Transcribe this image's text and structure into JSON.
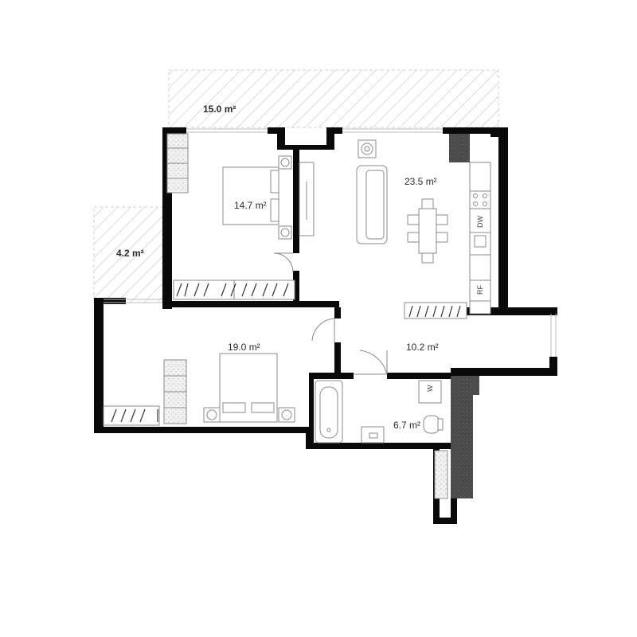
{
  "rooms": [
    {
      "area": "15.0 m²",
      "kind": "terrace-top"
    },
    {
      "area": "4.2 m²",
      "kind": "terrace-left"
    },
    {
      "area": "14.7 m²",
      "kind": "bedroom-1"
    },
    {
      "area": "23.5 m²",
      "kind": "living-kitchen"
    },
    {
      "area": "19.0 m²",
      "kind": "bedroom-2"
    },
    {
      "area": "10.2 m²",
      "kind": "hallway"
    },
    {
      "area": "6.7 m²",
      "kind": "bathroom"
    }
  ],
  "appliance_labels": {
    "dishwasher": "DW",
    "fridge": "RF",
    "washer": "W"
  },
  "colors": {
    "wall": "#0a0a0a",
    "hatch": "#b8b8b8",
    "furniture": "#8a8a8a",
    "concrete": "#4a4a4a",
    "label": "#2a2a2a"
  }
}
